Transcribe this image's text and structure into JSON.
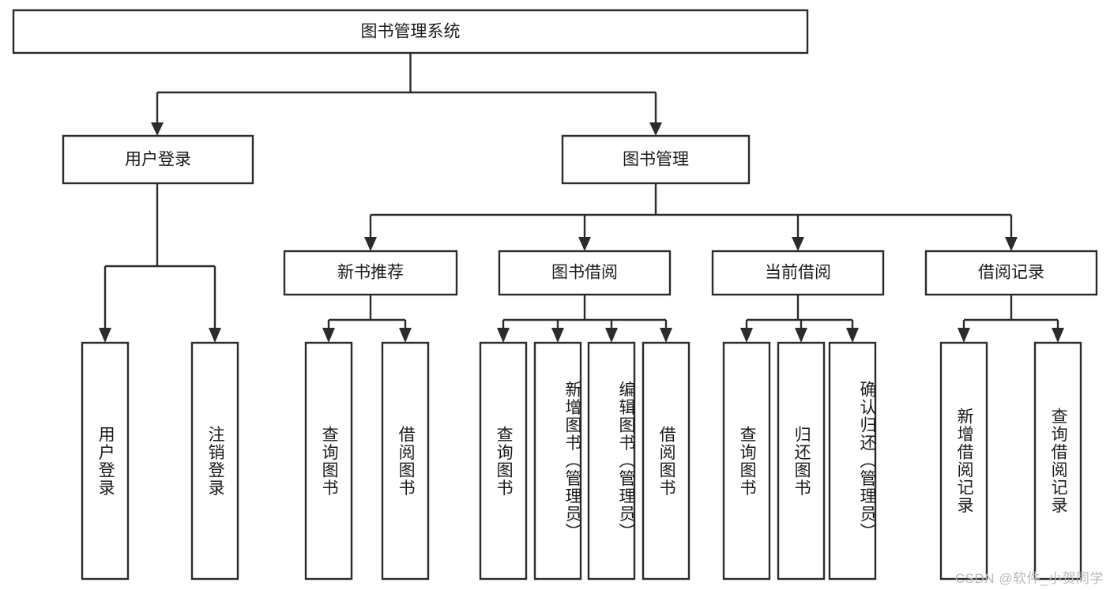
{
  "diagram": {
    "title": "图书管理系统",
    "type": "tree-hierarchy",
    "watermark": "CSDN @软件_小贺同学",
    "colors": {
      "stroke": "#2b2b2b",
      "box_fill": "#ffffff",
      "text": "#1a1a1a",
      "background": "#ffffff",
      "watermark": "#b9b9b9"
    },
    "levels": {
      "root": {
        "label": "图书管理系统"
      },
      "level2": [
        {
          "id": "user-login",
          "label": "用户登录"
        },
        {
          "id": "book-management",
          "label": "图书管理"
        }
      ],
      "level3": [
        {
          "id": "new-book-recommend",
          "label": "新书推荐",
          "parent": "book-management"
        },
        {
          "id": "book-borrow",
          "label": "图书借阅",
          "parent": "book-management"
        },
        {
          "id": "current-borrow",
          "label": "当前借阅",
          "parent": "book-management"
        },
        {
          "id": "borrow-record",
          "label": "借阅记录",
          "parent": "book-management"
        }
      ],
      "leaves": [
        {
          "id": "leaf-user-login",
          "label": "用户登录",
          "parent": "user-login"
        },
        {
          "id": "leaf-logout-login",
          "label": "注销登录",
          "parent": "user-login"
        },
        {
          "id": "leaf-query-book-1",
          "label": "查询图书",
          "parent": "new-book-recommend"
        },
        {
          "id": "leaf-borrow-book-1",
          "label": "借阅图书",
          "parent": "new-book-recommend"
        },
        {
          "id": "leaf-query-book-2",
          "label": "查询图书",
          "parent": "book-borrow"
        },
        {
          "id": "leaf-add-book",
          "label": "新增图书（管理员）",
          "parent": "book-borrow"
        },
        {
          "id": "leaf-edit-book",
          "label": "编辑图书（管理员）",
          "parent": "book-borrow"
        },
        {
          "id": "leaf-borrow-book-2",
          "label": "借阅图书",
          "parent": "book-borrow"
        },
        {
          "id": "leaf-query-book-3",
          "label": "查询图书",
          "parent": "current-borrow"
        },
        {
          "id": "leaf-return-book",
          "label": "归还图书",
          "parent": "current-borrow"
        },
        {
          "id": "leaf-confirm-return",
          "label": "确认归还（管理员）",
          "parent": "current-borrow"
        },
        {
          "id": "leaf-add-borrow-record",
          "label": "新增借阅记录",
          "parent": "borrow-record"
        },
        {
          "id": "leaf-query-borrow-record",
          "label": "查询借阅记录",
          "parent": "borrow-record"
        }
      ]
    }
  }
}
